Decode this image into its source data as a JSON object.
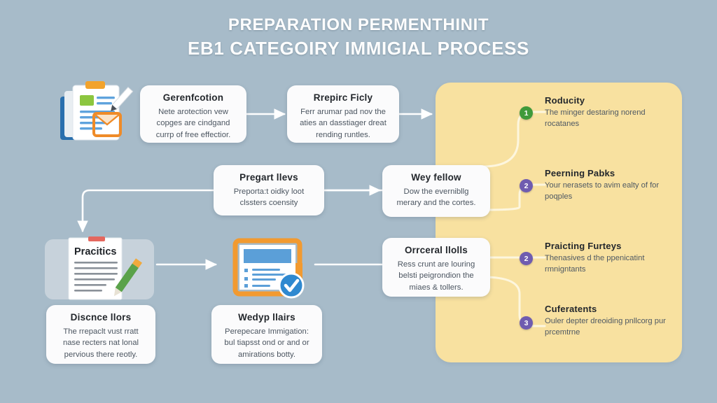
{
  "canvas": {
    "background_color": "#a7bbc9",
    "panel_color": "#f8e1a0",
    "card_color": "#fbfbfc",
    "connector_color": "#ffffff"
  },
  "title": {
    "line1": "PREPARATION PERMENTHINIT",
    "line2": "EB1 CATEGOIRY IMMIGIAL PROCESS"
  },
  "cards": [
    {
      "id": "card-generification",
      "title": "Gerenfcotion",
      "body": "Nete arotection vew copges are cindgand currp of free effectior."
    },
    {
      "id": "card-reprice-ficly",
      "title": "Rrepirc Ficly",
      "body": "Ferr arumar pad nov the aties an dasstiager dreat rending runtles."
    },
    {
      "id": "card-pregart-llevs",
      "title": "Pregart llevs",
      "body": "Preporta:t oidky loot clssters coensity"
    },
    {
      "id": "card-wey-fellow",
      "title": "Wey fellow",
      "body": "Dow the evernibllg merary and the cortes."
    },
    {
      "id": "card-orrceral-llolls",
      "title": "Orrceral llolls",
      "body": "Ress crunt are louring belsti peigrondion the miaes & tollers."
    },
    {
      "id": "card-discnce-llors",
      "title": "Discnce llors",
      "body": "The rrepaclt vust rratt nase recters nat lonal pervious there reotly."
    },
    {
      "id": "card-wedyp-llairs",
      "title": "Wedyp llairs",
      "body": "Perepecare Immigation: bul tiapsst ond or and or amirations botty."
    }
  ],
  "illustrations": [
    {
      "id": "illus-clipboard-documents",
      "name": "clipboard-documents-icon"
    },
    {
      "id": "illus-pracitics-note",
      "name": "note-with-pencil-icon",
      "label": "Pracitics"
    },
    {
      "id": "illus-verified-document",
      "name": "verified-document-icon"
    }
  ],
  "right_list": [
    {
      "number": "1",
      "title": "Roducity",
      "body": "The minger destaring norend rocatanes",
      "badge_color": "#3f9a3a"
    },
    {
      "number": "2",
      "title": "Peerning Pabks",
      "body": "Your nerasets to avim ealty of for poqples",
      "badge_color": "#6f5cb0"
    },
    {
      "number": "2",
      "title": "Praicting Furteys",
      "body": "Thenasives d the ppenicatint rmnigntants",
      "badge_color": "#6f5cb0"
    },
    {
      "number": "3",
      "title": "Cuferatents",
      "body": "Ouler depter dreoiding pnllcorg pur prcemtrne",
      "badge_color": "#6f5cb0"
    }
  ]
}
